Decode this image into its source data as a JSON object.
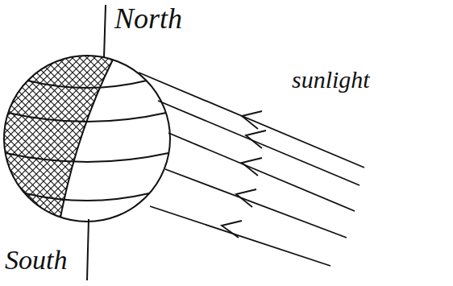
{
  "diagram": {
    "labels": [
      "North",
      "South",
      "sunlight"
    ]
  }
}
